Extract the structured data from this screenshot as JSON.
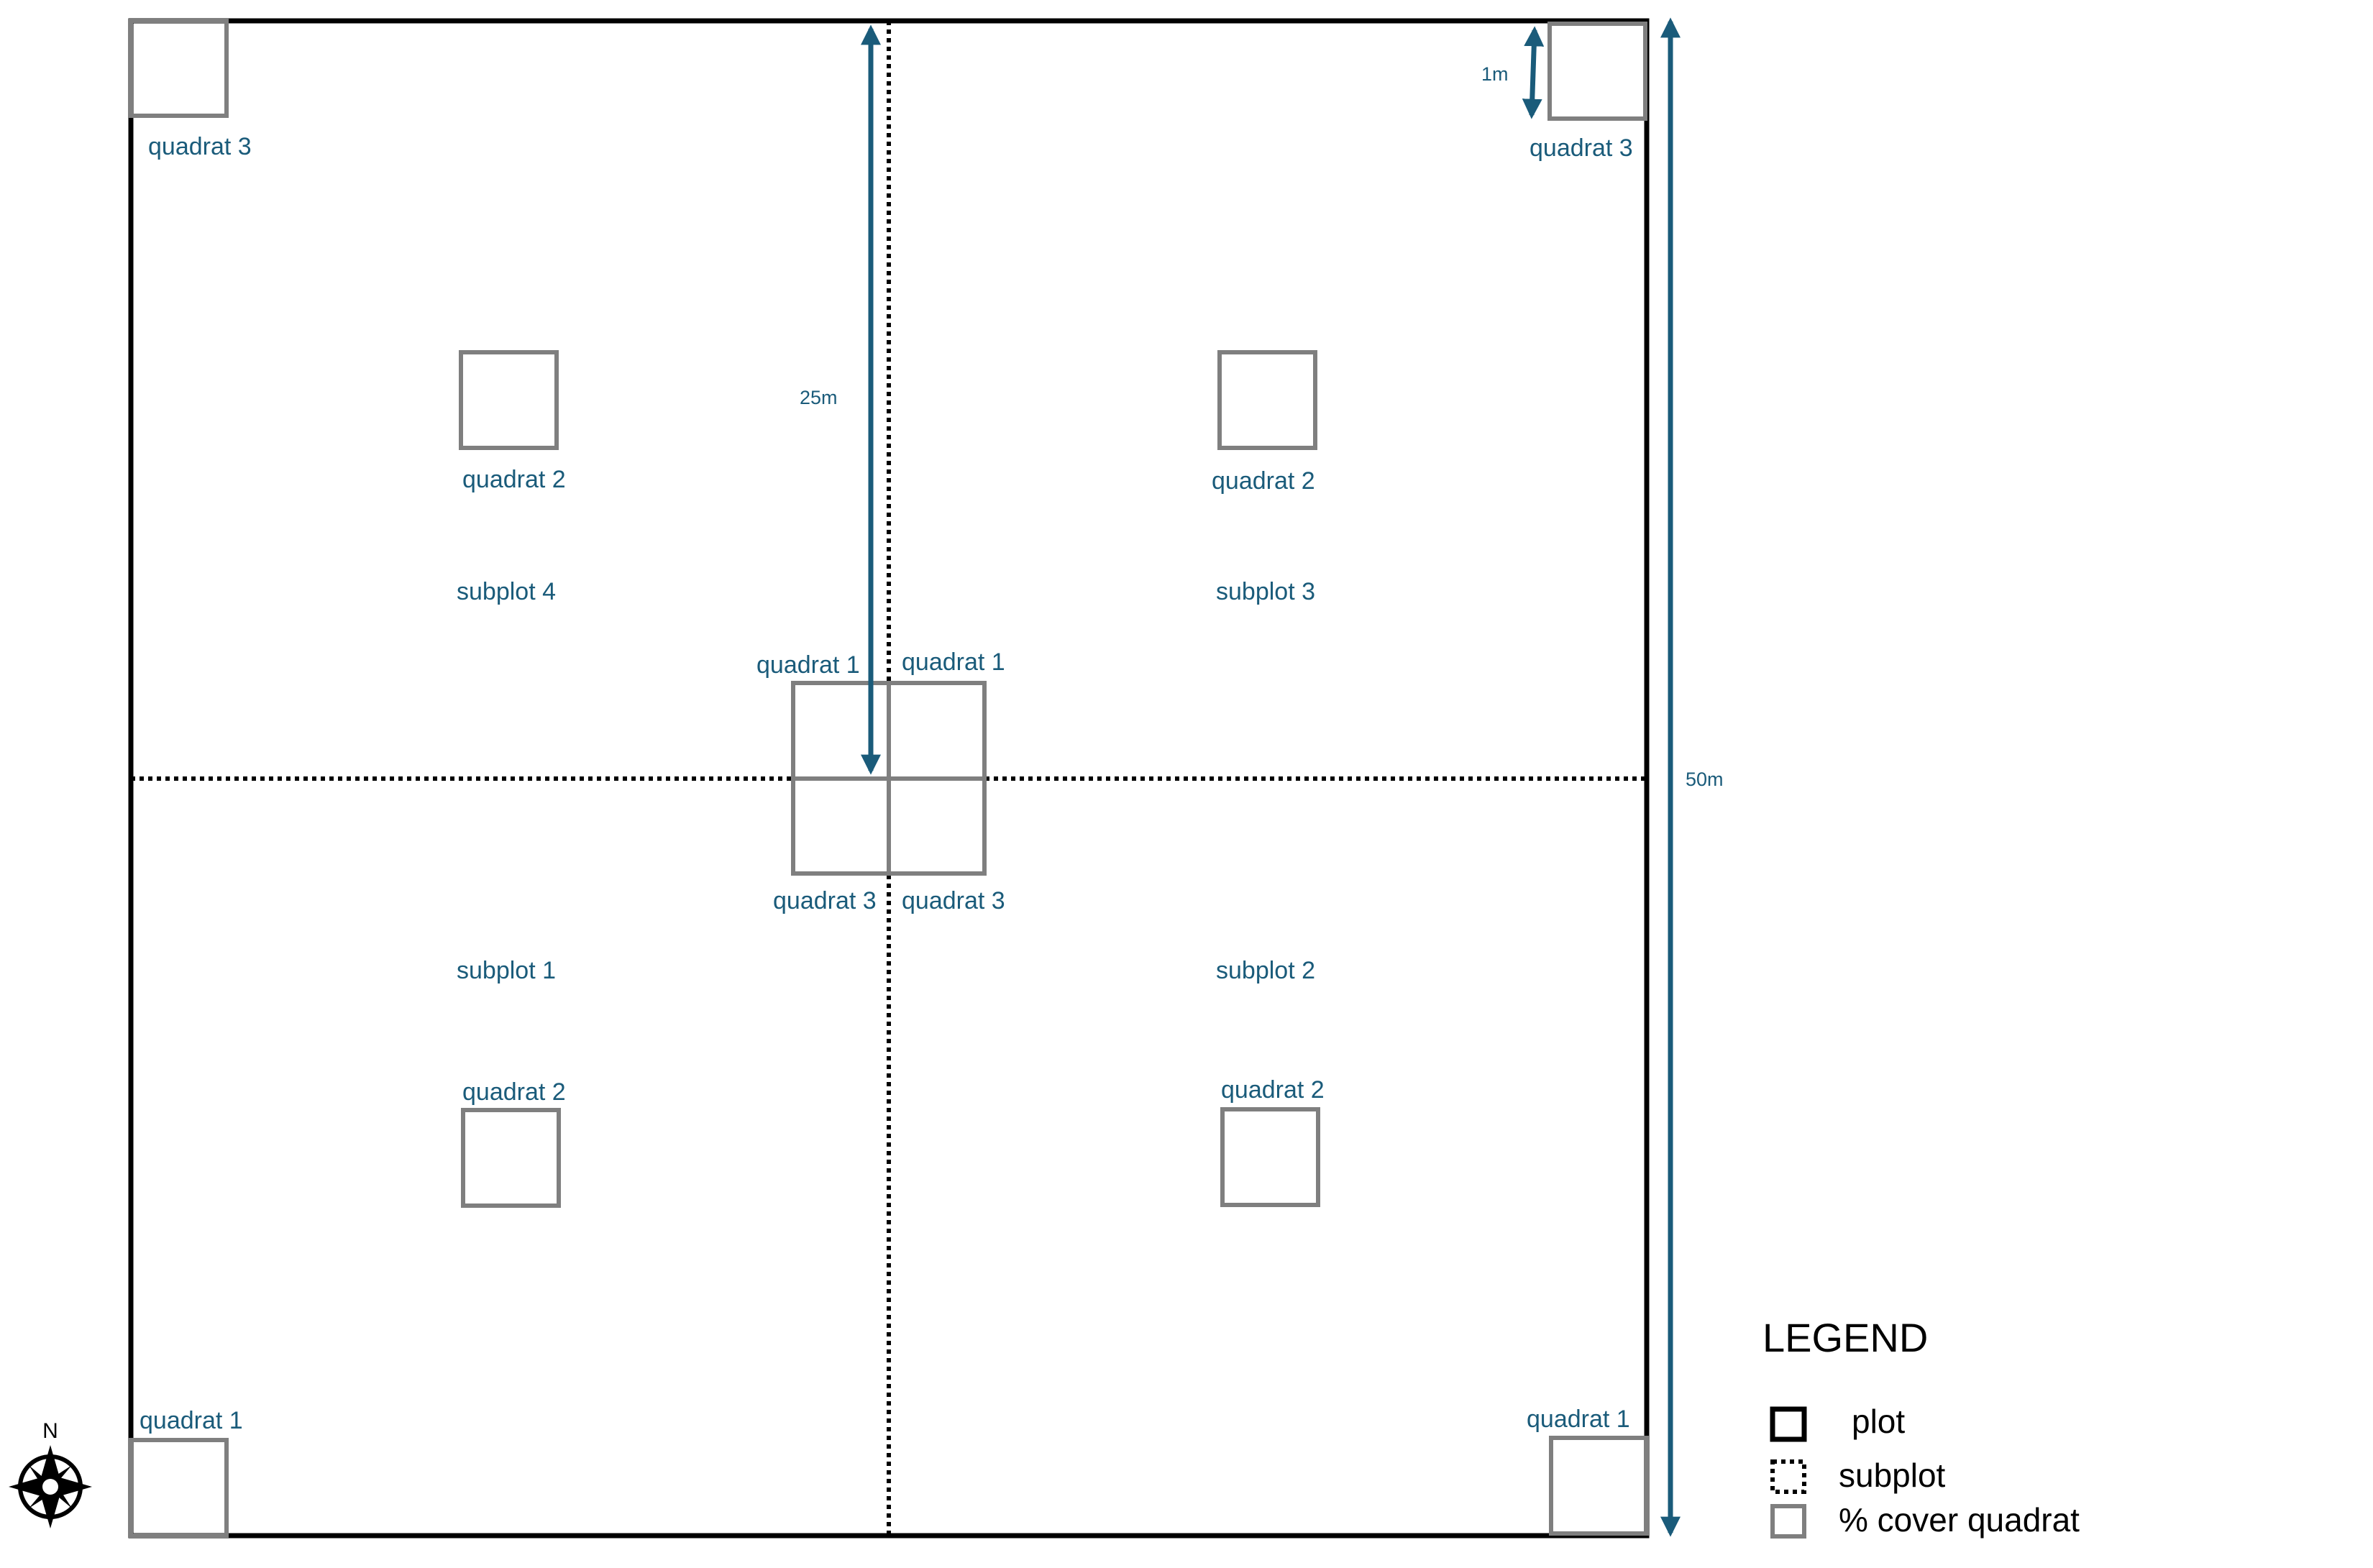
{
  "colors": {
    "plot": "#000000",
    "subplot": "#000000",
    "quadrat": "#7f7f7f",
    "annotation": "#1a5b7a"
  },
  "subplots": {
    "sp4": "subplot 4",
    "sp3": "subplot 3",
    "sp1": "subplot 1",
    "sp2": "subplot 2"
  },
  "quadrats": {
    "nw_corner": "quadrat 3",
    "ne_corner": "quadrat 3",
    "sw_corner": "quadrat 1",
    "se_corner": "quadrat 1",
    "sp4_mid": "quadrat 2",
    "sp3_mid": "quadrat 2",
    "sp1_mid": "quadrat 2",
    "sp2_mid": "quadrat 2",
    "center_nw": "quadrat 1",
    "center_ne": "quadrat 1",
    "center_sw": "quadrat 3",
    "center_se": "quadrat 3"
  },
  "dimensions": {
    "half_side": "25m",
    "full_side": "50m",
    "quadrat_side": "1m"
  },
  "legend": {
    "title": "LEGEND",
    "plot": "plot",
    "subplot": "subplot",
    "quadrat": "% cover quadrat"
  },
  "compass": {
    "north": "N",
    "icon": "compass-rose-icon"
  }
}
